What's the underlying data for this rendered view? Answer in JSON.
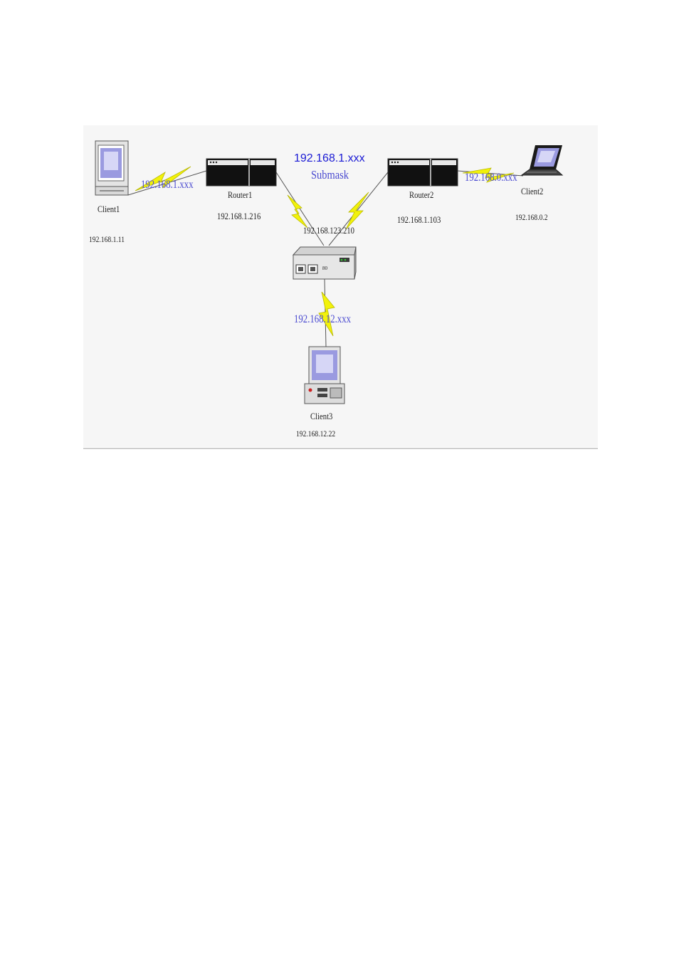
{
  "diagram": {
    "title": "192.168.1.xxx",
    "subtitle": "Submask",
    "nodes": {
      "client1": {
        "name": "Client1",
        "ip": "192.168.1.11"
      },
      "router1": {
        "name": "Router1",
        "ip": "192.168.1.216"
      },
      "router2": {
        "name": "Router2",
        "ip": "192.168.1.103"
      },
      "client2": {
        "name": "Client2",
        "ip": "192.168.0.2"
      },
      "hub": {
        "ip": "192.168.123.210",
        "port_label": "80"
      },
      "client3": {
        "name": "Client3",
        "ip": "192.168.12.22"
      }
    },
    "links": {
      "client1_router1": "192.168.1.xxx",
      "router2_client2": "192.168.0.xxx",
      "hub_client3": "192.168.12.xxx"
    },
    "colors": {
      "link_label": "#4a4ad0",
      "title": "#1a1ad4",
      "lightning": "#f2f20a",
      "background": "#f6f6f6"
    }
  }
}
